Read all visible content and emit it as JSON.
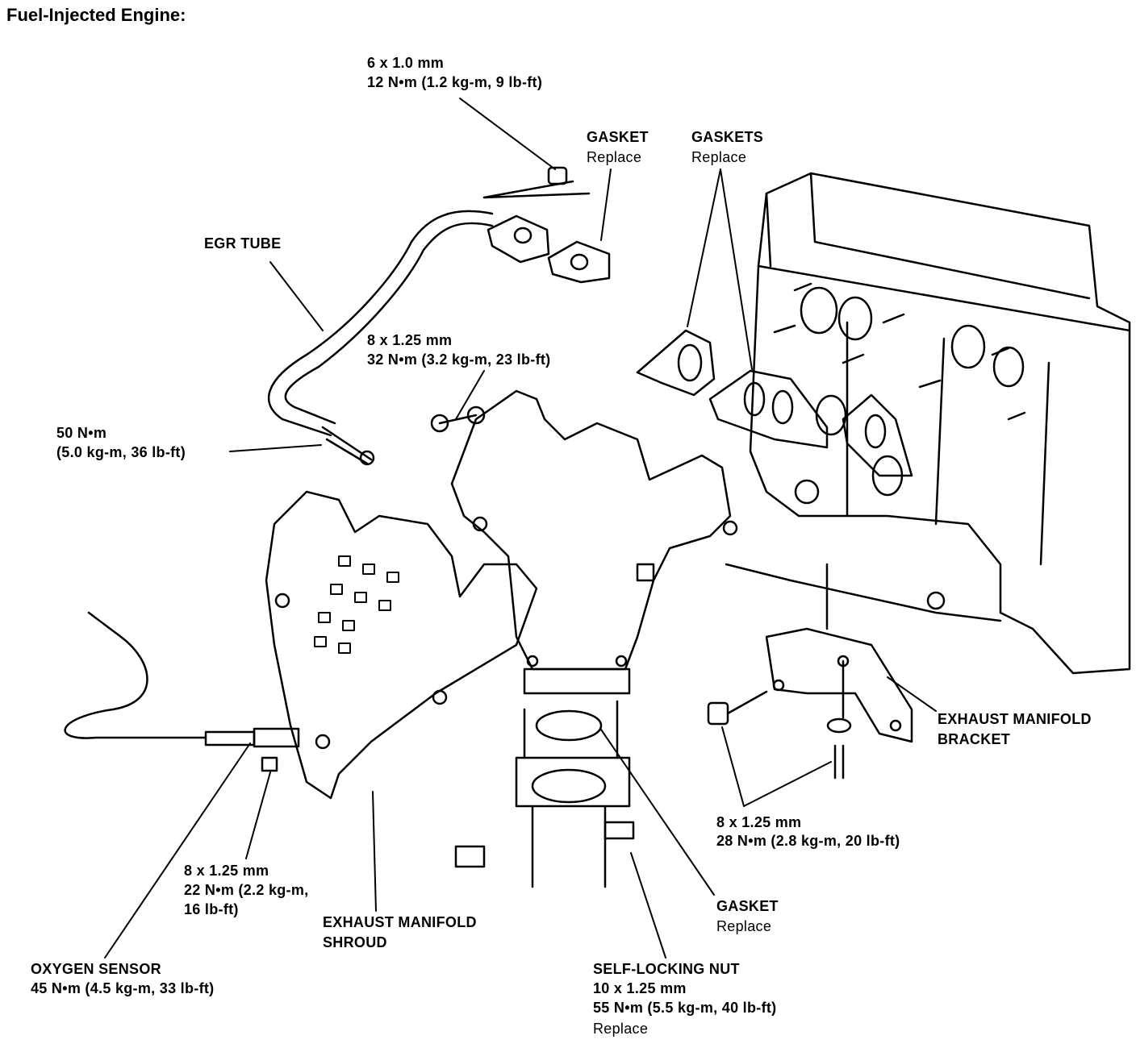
{
  "title": "Fuel-Injected Engine:",
  "labels": {
    "egr_nut": {
      "size": "6 x 1.0 mm",
      "torque": "12 N•m (1.2 kg-m, 9 lb-ft)"
    },
    "egr_gasket": {
      "name": "GASKET",
      "note": "Replace"
    },
    "manifold_gaskets": {
      "name": "GASKETS",
      "note": "Replace"
    },
    "egr_tube": {
      "name": "EGR TUBE"
    },
    "manifold_nut": {
      "size": "8 x 1.25 mm",
      "torque": "32 N•m (3.2 kg-m, 23 lb-ft)"
    },
    "egr_fitting": {
      "torque": "50 N•m",
      "torque_alt": "(5.0 kg-m, 36 lb-ft)"
    },
    "bracket": {
      "name_line1": "EXHAUST MANIFOLD",
      "name_line2": "BRACKET"
    },
    "bracket_bolts": {
      "size": "8 x 1.25 mm",
      "torque": "28 N•m (2.8 kg-m, 20 lb-ft)"
    },
    "shroud_bolt": {
      "size": "8 x 1.25 mm",
      "torque_line1": "22 N•m (2.2 kg-m,",
      "torque_line2": "16 lb-ft)"
    },
    "shroud": {
      "name_line1": "EXHAUST MANIFOLD",
      "name_line2": "SHROUD"
    },
    "pipe_gasket": {
      "name": "GASKET",
      "note": "Replace"
    },
    "oxygen_sensor": {
      "name": "OXYGEN SENSOR",
      "torque": "45 N•m (4.5 kg-m, 33 lb-ft)"
    },
    "self_locking_nut": {
      "name": "SELF-LOCKING NUT",
      "size": "10 x 1.25 mm",
      "torque": "55 N•m (5.5 kg-m, 40 lb-ft)",
      "note": "Replace"
    }
  }
}
